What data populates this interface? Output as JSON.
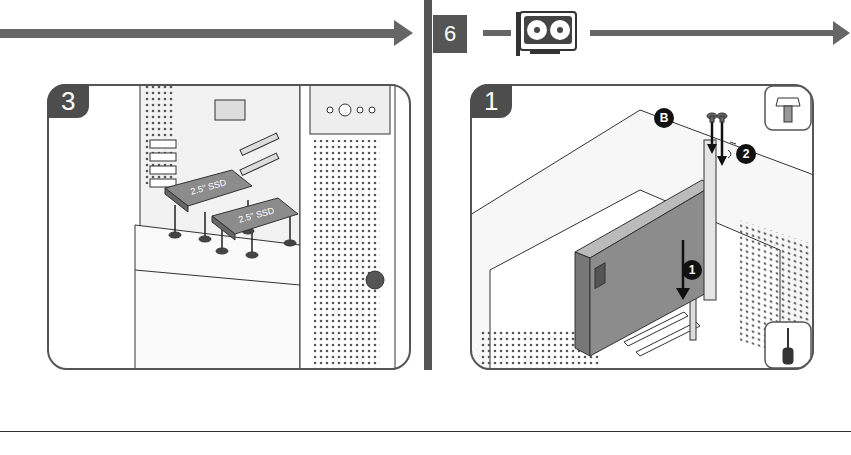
{
  "diagram": {
    "nodes": [
      {
        "text": [
          "3"
        ]
      },
      {
        "text": [
          "6"
        ]
      },
      {
        "text": [
          "1"
        ]
      },
      {
        "text": [
          "B"
        ],
        "in": 2
      },
      {
        "text": [
          "1"
        ],
        "in": 2
      },
      {
        "text": [
          "2"
        ],
        "in": 2
      }
    ],
    "labels": [
      "2.5\" SSD",
      "2.5\" SSD"
    ]
  }
}
